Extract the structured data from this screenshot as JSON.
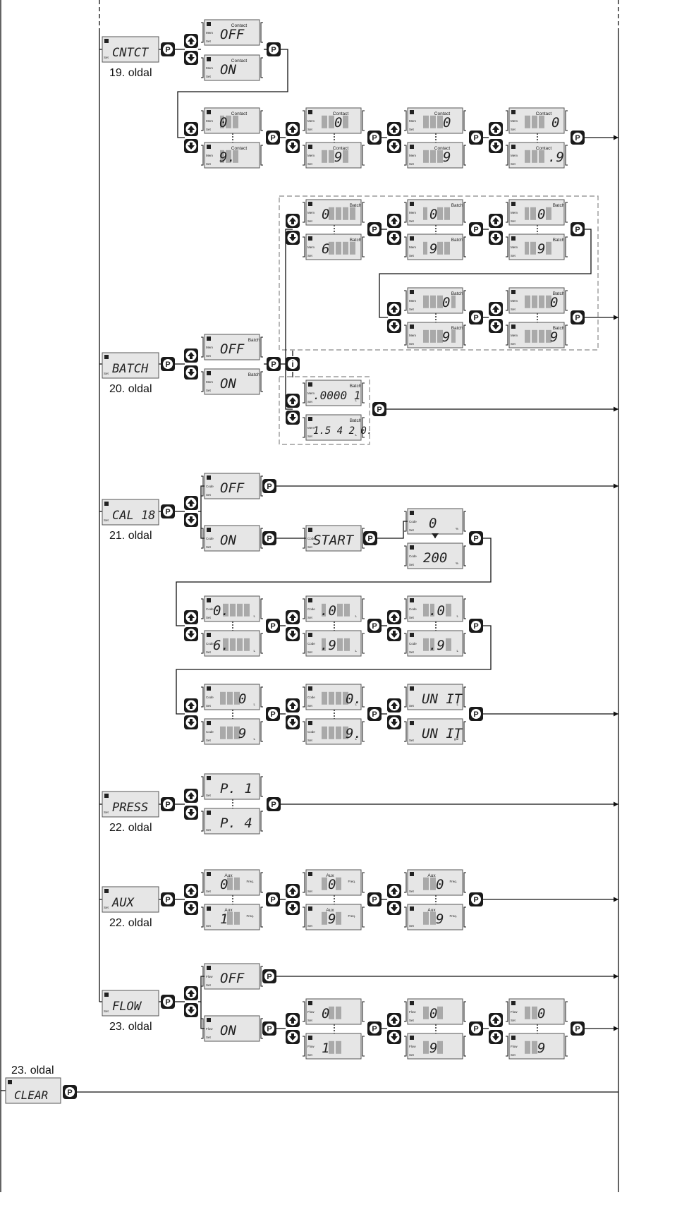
{
  "page_refs": {
    "contact": "19. oldal",
    "batch": "20. oldal",
    "calib": "21. oldal",
    "press": "22. oldal",
    "aux": "22. oldal",
    "flow": "23. oldal",
    "clear": "23. oldal"
  },
  "menus": {
    "contact": "CNTCT",
    "batch": "BATCH",
    "calib": "CAL 18",
    "press": "PRESS",
    "aux": "AUX",
    "flow": "FLOW",
    "clear": "CLEAR"
  },
  "lcd_labels": {
    "contact": "Contact",
    "batch": "Batch",
    "aux": "Aux",
    "freq": "Freq.",
    "code": "Code",
    "flow": "Flow",
    "set": "Set",
    "mem": "Mem",
    "p": "P",
    "unit_l": "L",
    "unit_pct": "%",
    "unit_gal": "gal"
  },
  "values": {
    "off": "OFF",
    "on": "ON",
    "start": "START",
    "zero": "0",
    "two_hundred": "200",
    "unit": "UN IT",
    "p1": "P. 1",
    "p4": "P. 4",
    "batch_min": ".0000 1",
    "batch_max": "1.5 4 2 0.",
    "d0": "0",
    "d1": "1",
    "d6": "6",
    "d9": "9",
    "d0dot": "0.",
    "d6dot": "6.",
    "d9dot": "9.",
    "dot0": ".0",
    "dot9": ".9"
  },
  "keys": {
    "p": "P",
    "info": "i"
  },
  "colors": {
    "line": "#111111",
    "lcd_bg": "#e6e6e6",
    "lcd_border": "#555555",
    "segment_gray": "#a9a9a9",
    "key_bg": "#1a1a1a",
    "dash": "#888888"
  }
}
